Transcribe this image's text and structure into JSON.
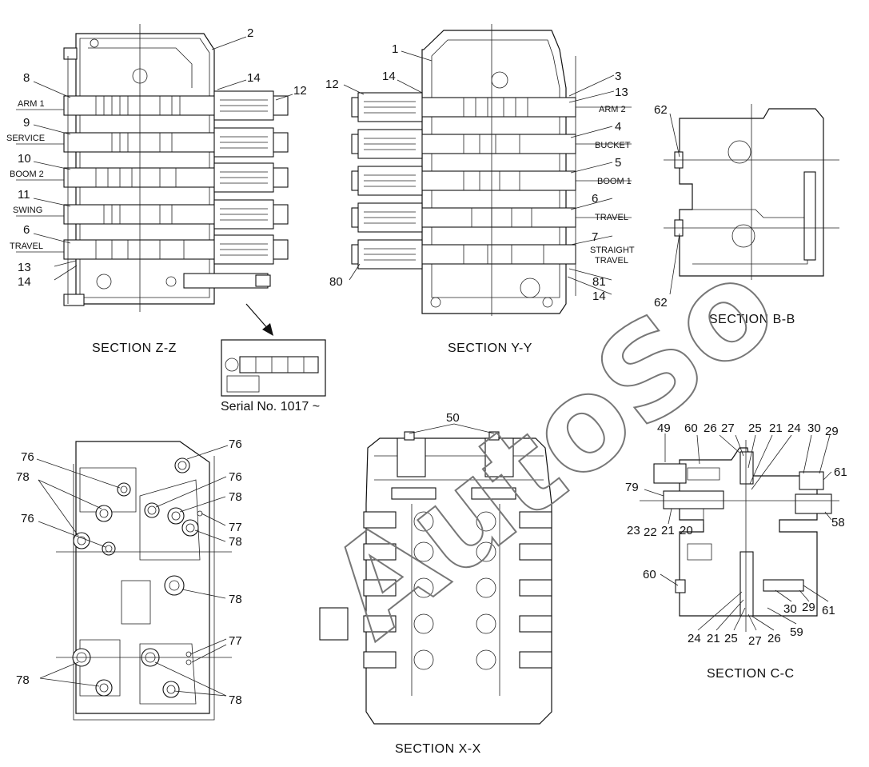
{
  "sections": {
    "zz": "SECTION  Z-Z",
    "yy": "SECTION  Y-Y",
    "bb": "SECTION  B-B",
    "xx": "SECTION  X-X",
    "cc": "SECTION  C-C"
  },
  "serial_note": "Serial No. 1017 ~",
  "watermark": "AutoSo",
  "zz_labels": {
    "arm1": "ARM 1",
    "service": "SERVICE",
    "boom2": "BOOM 2",
    "swing": "SWING",
    "travel": "TRAVEL",
    "n2": "2",
    "n8": "8",
    "n9": "9",
    "n10": "10",
    "n11": "11",
    "n6": "6",
    "n13": "13",
    "n14a": "14",
    "n14b": "14",
    "n12": "12"
  },
  "yy_labels": {
    "arm2": "ARM 2",
    "bucket": "BUCKET",
    "boom1": "BOOM 1",
    "travel": "TRAVEL",
    "straight1": "STRAIGHT",
    "straight2": "TRAVEL",
    "n1": "1",
    "n12": "12",
    "n14a": "14",
    "n3": "3",
    "n13": "13",
    "n4": "4",
    "n5": "5",
    "n6": "6",
    "n7": "7",
    "n80": "80",
    "n81": "81",
    "n14b": "14"
  },
  "bb_labels": {
    "n62a": "62",
    "n62b": "62"
  },
  "plate_labels": {
    "n76a": "76",
    "n76b": "76",
    "n76c": "76",
    "n76d": "76",
    "n78a": "78",
    "n78b": "78",
    "n78c": "78",
    "n78d": "78",
    "n78e": "78",
    "n78f": "78",
    "n77a": "77",
    "n77b": "77"
  },
  "xx_labels": {
    "n50": "50"
  },
  "cc_labels": {
    "n49": "49",
    "n60a": "60",
    "n26a": "26",
    "n27a": "27",
    "n25a": "25",
    "n21a": "21",
    "n24a": "24",
    "n30a": "30",
    "n29a": "29",
    "n61a": "61",
    "n79": "79",
    "n58": "58",
    "n23": "23",
    "n22": "22",
    "n21b": "21",
    "n20": "20",
    "n60b": "60",
    "n30b": "30",
    "n29b": "29",
    "n61b": "61",
    "n24b": "24",
    "n21c": "21",
    "n25b": "25",
    "n27b": "27",
    "n26b": "26",
    "n59": "59"
  }
}
